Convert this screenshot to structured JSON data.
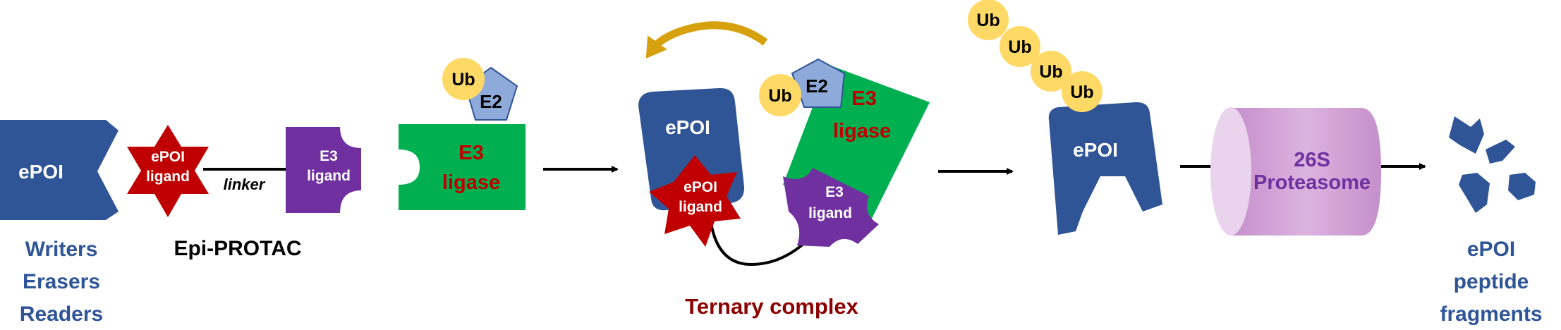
{
  "colors": {
    "epoi_blue": "#2f5597",
    "ligand_red": "#c00000",
    "e3_ligand_purple": "#7030a0",
    "e3_ligase_green": "#00b050",
    "e2_blue": "#8eaadb",
    "ub_yellow": "#ffd966",
    "proteasome_pink": "#d5a6d9",
    "curved_arrow_gold": "#d6a10d",
    "label_blue": "#2f5597",
    "label_dark_red": "#8b0000",
    "proteasome_text": "#7030a0"
  },
  "labels": {
    "epoi": "ePOI",
    "epoi_ligand_line1": "ePOI",
    "epoi_ligand_line2": "ligand",
    "linker": "linker",
    "e3_ligand_line1": "E3",
    "e3_ligand_line2": "ligand",
    "e3_ligase_line1": "E3",
    "e3_ligase_line2": "ligase",
    "ub": "Ub",
    "e2": "E2",
    "writers": "Writers",
    "erasers": "Erasers",
    "readers": "Readers",
    "epi_protac": "Epi-PROTAC",
    "ternary_complex": "Ternary  complex",
    "proteasome_line1": "26S",
    "proteasome_line2": "Proteasome",
    "fragments_line1": "ePOI",
    "fragments_line2": "peptide",
    "fragments_line3": "fragments"
  }
}
